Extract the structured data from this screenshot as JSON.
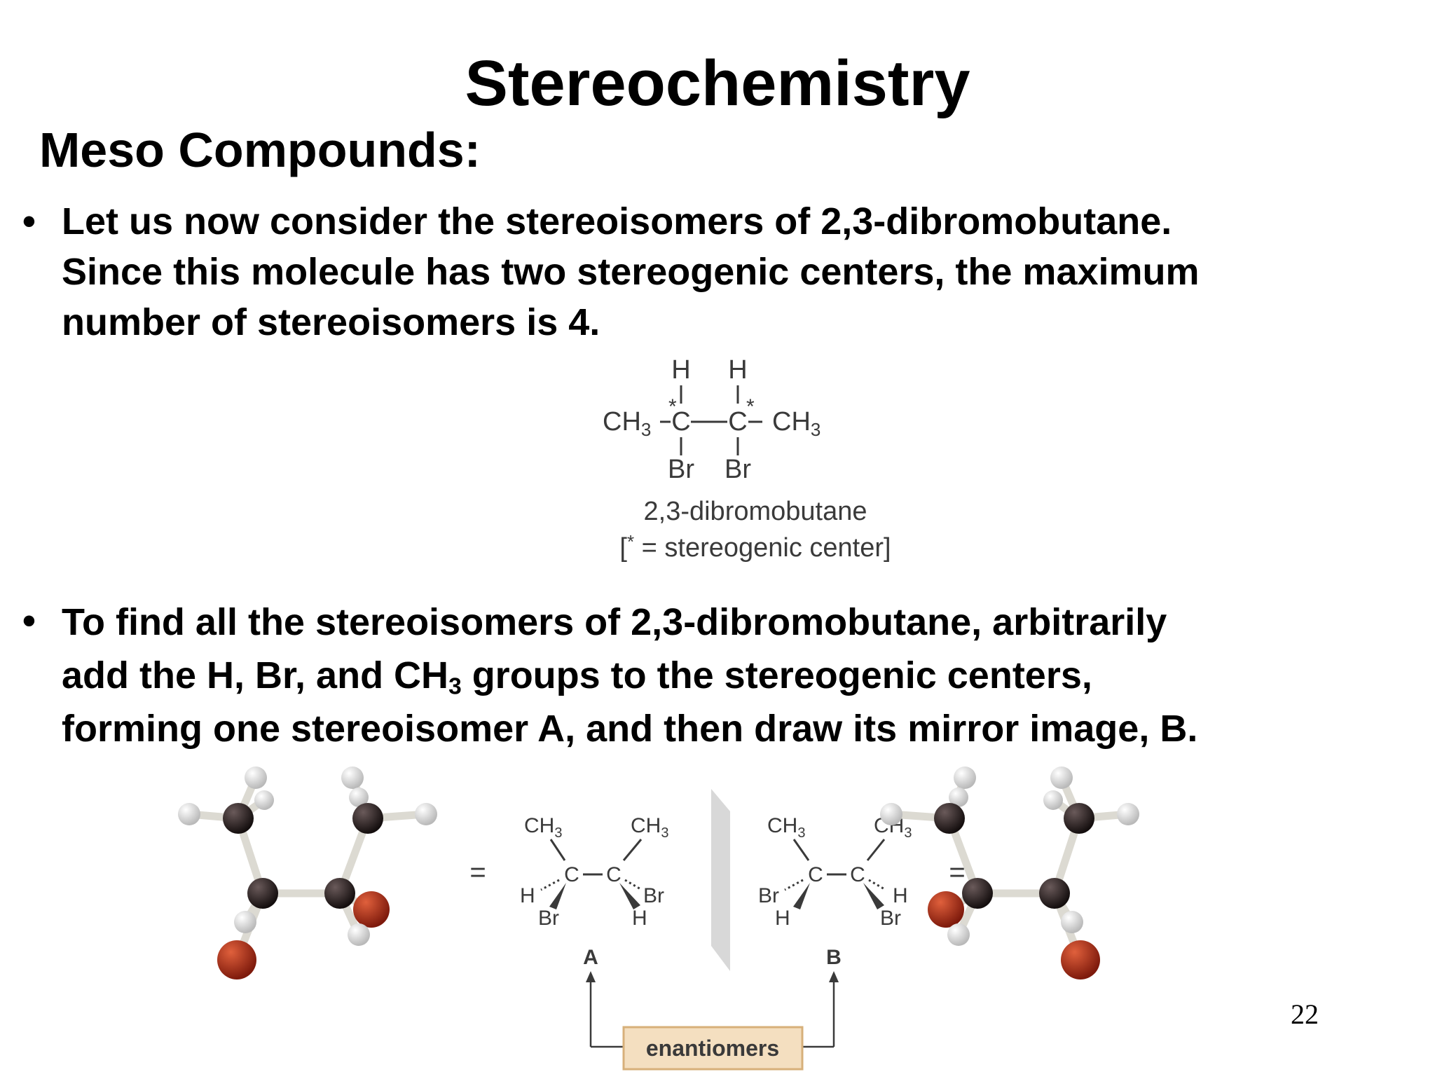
{
  "slide": {
    "title": "Stereochemistry",
    "subtitle": "Meso Compounds:",
    "bullet_char": "•",
    "bullet1": {
      "line1": "Let us now consider the stereoisomers of 2,3-dibromobutane.",
      "line2": "Since this molecule has two stereogenic centers, the maximum",
      "line3": "number of stereoisomers is 4."
    },
    "structure": {
      "h": "H",
      "c": "C",
      "ch3": "CH",
      "sub3": "3",
      "br": "Br",
      "star": "*",
      "name": "2,3-dibromobutane",
      "legend_open": "[",
      "legend_rest": " = stereogenic center]"
    },
    "bullet2": {
      "line1": "To find all the stereoisomers of 2,3-dibromobutane, arbitrarily",
      "line2_pre": "add the H, Br, and CH",
      "line2_sub": "3",
      "line2_post": " groups to the stereogenic centers,",
      "line3": "forming one stereoisomer A, and then draw its mirror image, B."
    },
    "figure": {
      "equals": "=",
      "label_a": "A",
      "label_b": "B",
      "enantiomers": "enantiomers"
    },
    "page_number": "22"
  },
  "colors": {
    "text": "#000000",
    "diagram_text": "#3a3a3a",
    "carbon": "#1a1414",
    "hydrogen": "#e6e6e6",
    "bromine": "#b8301c",
    "bond": "#dcdad2",
    "enantiomers_box_fill": "#f4dfc0",
    "enantiomers_box_stroke": "#d7b07a",
    "mirror": "#d8d8d8"
  }
}
